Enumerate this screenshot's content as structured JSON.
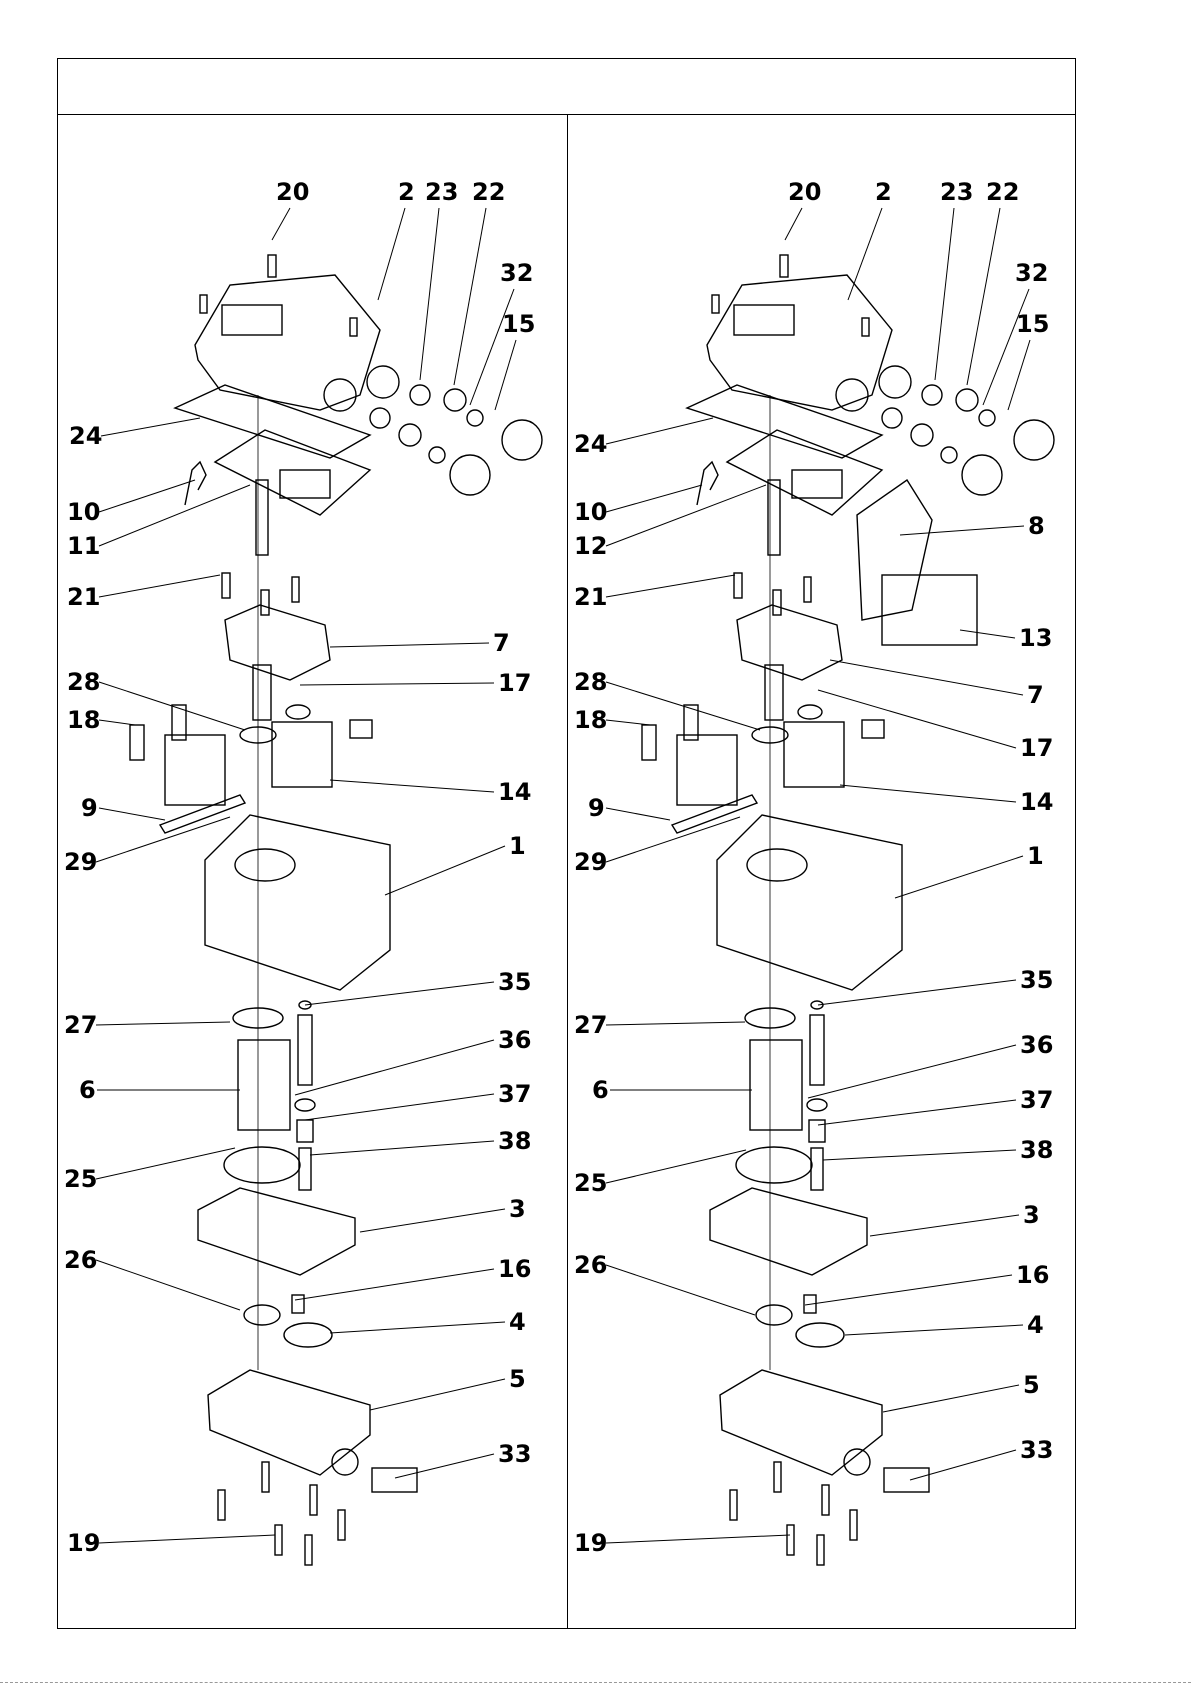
{
  "header": {
    "title": ""
  },
  "left_panel": {
    "callouts": [
      "20",
      "2",
      "23",
      "22",
      "32",
      "15",
      "24",
      "10",
      "11",
      "21",
      "7",
      "28",
      "17",
      "18",
      "14",
      "9",
      "29",
      "1",
      "35",
      "27",
      "36",
      "6",
      "37",
      "38",
      "25",
      "3",
      "26",
      "16",
      "4",
      "5",
      "33",
      "19"
    ]
  },
  "right_panel": {
    "callouts": [
      "20",
      "2",
      "23",
      "22",
      "32",
      "15",
      "24",
      "10",
      "12",
      "8",
      "21",
      "13",
      "28",
      "7",
      "18",
      "17",
      "14",
      "9",
      "29",
      "1",
      "35",
      "27",
      "36",
      "6",
      "37",
      "38",
      "25",
      "3",
      "26",
      "16",
      "4",
      "5",
      "33",
      "19"
    ]
  },
  "colors": {
    "line": "#000000",
    "background": "#ffffff"
  }
}
